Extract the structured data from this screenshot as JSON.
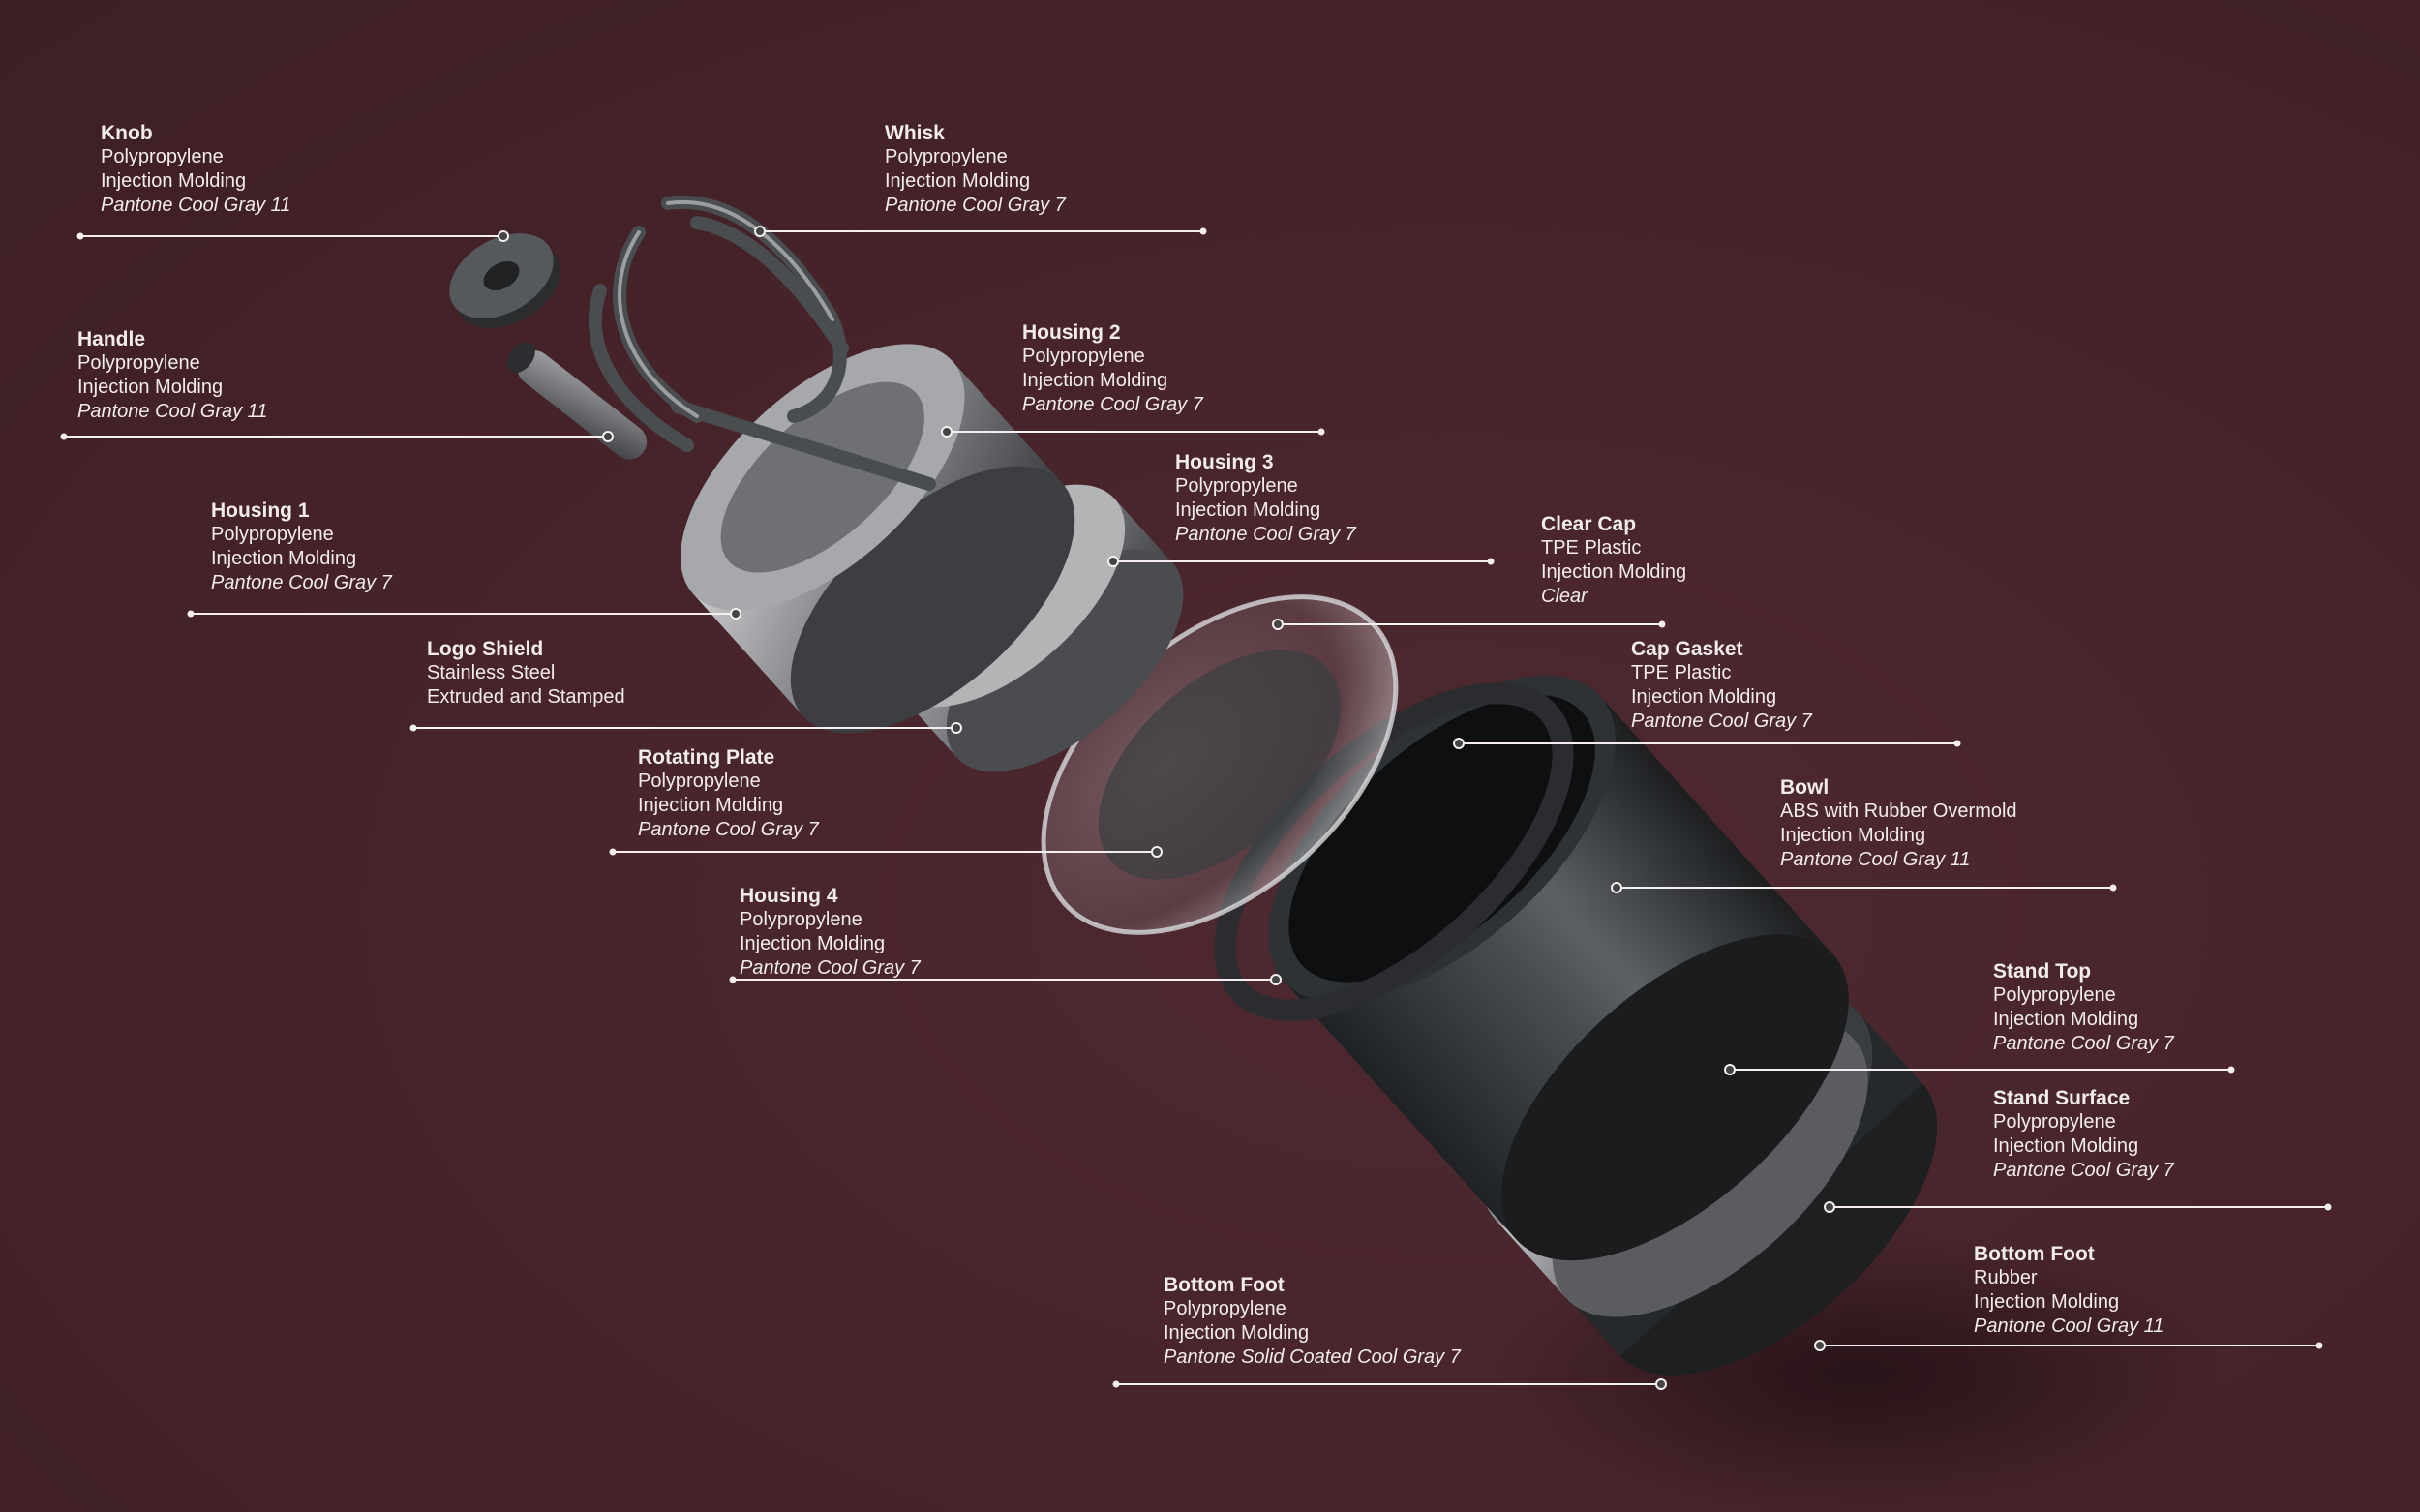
{
  "diagram": {
    "type": "exploded-view",
    "colors": {
      "background": "#452329",
      "leader_lines": "#f4eeee",
      "text": "#f2ecec",
      "part_dark": "#2e3134",
      "part_mid": "#6b6d70",
      "part_light": "#a8aaad"
    },
    "callouts": [
      {
        "id": "knob",
        "title": "Knob",
        "lines": [
          "Polypropylene",
          "Injection Molding"
        ],
        "finish": "Pantone Cool Gray 11"
      },
      {
        "id": "whisk",
        "title": "Whisk",
        "lines": [
          "Polypropylene",
          "Injection Molding"
        ],
        "finish": "Pantone Cool Gray 7"
      },
      {
        "id": "handle",
        "title": "Handle",
        "lines": [
          "Polypropylene",
          "Injection Molding"
        ],
        "finish": "Pantone Cool Gray 11"
      },
      {
        "id": "housing2",
        "title": "Housing 2",
        "lines": [
          "Polypropylene",
          "Injection Molding"
        ],
        "finish": "Pantone Cool Gray 7"
      },
      {
        "id": "housing3",
        "title": "Housing 3",
        "lines": [
          "Polypropylene",
          "Injection Molding"
        ],
        "finish": "Pantone Cool Gray 7"
      },
      {
        "id": "housing1",
        "title": "Housing 1",
        "lines": [
          "Polypropylene",
          "Injection Molding"
        ],
        "finish": "Pantone Cool Gray 7"
      },
      {
        "id": "clearcap",
        "title": "Clear Cap",
        "lines": [
          "TPE Plastic",
          "Injection Molding"
        ],
        "finish": "Clear"
      },
      {
        "id": "logoshield",
        "title": "Logo Shield",
        "lines": [
          "Stainless Steel",
          "Extruded and Stamped"
        ],
        "finish": ""
      },
      {
        "id": "capgasket",
        "title": "Cap Gasket",
        "lines": [
          "TPE Plastic",
          "Injection Molding"
        ],
        "finish": "Pantone Cool Gray 7"
      },
      {
        "id": "rotatingplate",
        "title": "Rotating Plate",
        "lines": [
          "Polypropylene",
          "Injection Molding"
        ],
        "finish": "Pantone Cool Gray 7"
      },
      {
        "id": "bowl",
        "title": "Bowl",
        "lines": [
          "ABS with Rubber Overmold",
          "Injection Molding"
        ],
        "finish": "Pantone Cool Gray 11"
      },
      {
        "id": "housing4",
        "title": "Housing 4",
        "lines": [
          "Polypropylene",
          "Injection Molding"
        ],
        "finish": "Pantone Cool Gray 7"
      },
      {
        "id": "standtop",
        "title": "Stand Top",
        "lines": [
          "Polypropylene",
          "Injection Molding"
        ],
        "finish": "Pantone Cool Gray 7"
      },
      {
        "id": "standsurface",
        "title": "Stand Surface",
        "lines": [
          "Polypropylene",
          "Injection Molding"
        ],
        "finish": "Pantone Cool Gray 7"
      },
      {
        "id": "bottomfoot_right",
        "title": "Bottom Foot",
        "lines": [
          "Rubber",
          "Injection Molding"
        ],
        "finish": "Pantone Cool Gray 11"
      },
      {
        "id": "bottomfoot_left",
        "title": "Bottom Foot",
        "lines": [
          "Polypropylene",
          "Injection Molding"
        ],
        "finish": "Pantone Solid Coated Cool Gray 7"
      }
    ]
  }
}
